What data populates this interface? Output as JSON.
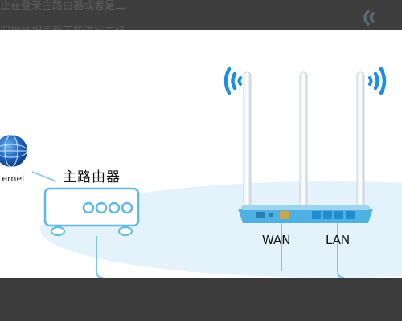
{
  "overlay_text": {
    "line1": "止在登录主路由器或者是二",
    "line2": "旧地址相同两不能进行二级"
  },
  "labels": {
    "internet": "ternet",
    "main_router": "主路由器",
    "wan": "WAN",
    "lan": "LAN"
  },
  "colors": {
    "wifi_wave": "#1d8ee8",
    "router_blue": "#5fb8e6",
    "floor_ellipse": "#e2f1fb",
    "cable": "#7fc3e8",
    "router_port": "#2fa6dd",
    "background_dark": "#3b3b3b"
  },
  "icons": [
    "globe-icon",
    "wifi-signal-icon",
    "main-router-icon",
    "wireless-router-icon",
    "cable"
  ]
}
